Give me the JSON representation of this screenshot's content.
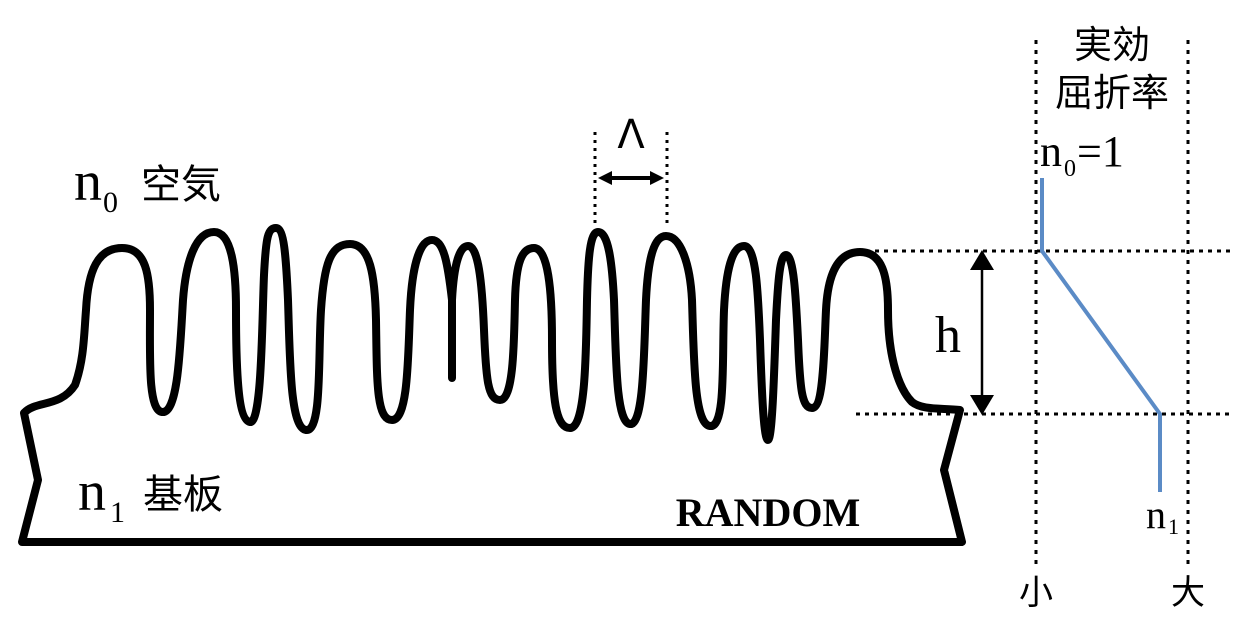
{
  "labels": {
    "air_symbol": "n",
    "air_subscript": "0",
    "air_name": "空気",
    "substrate_symbol": "n",
    "substrate_subscript": "1",
    "substrate_name": "基板",
    "random": "RANDOM",
    "period": "Λ",
    "height": "h",
    "index_title_line1": "実効",
    "index_title_line2": "屈折率",
    "n0_symbol": "n",
    "n0_subscript": "0",
    "n0_value": "=1",
    "n1_symbol": "n",
    "n1_subscript": "1",
    "axis_small": "小",
    "axis_large": "大"
  },
  "colors": {
    "outline": "#000000",
    "profile_line": "#5b8bc6",
    "background": "#ffffff"
  }
}
